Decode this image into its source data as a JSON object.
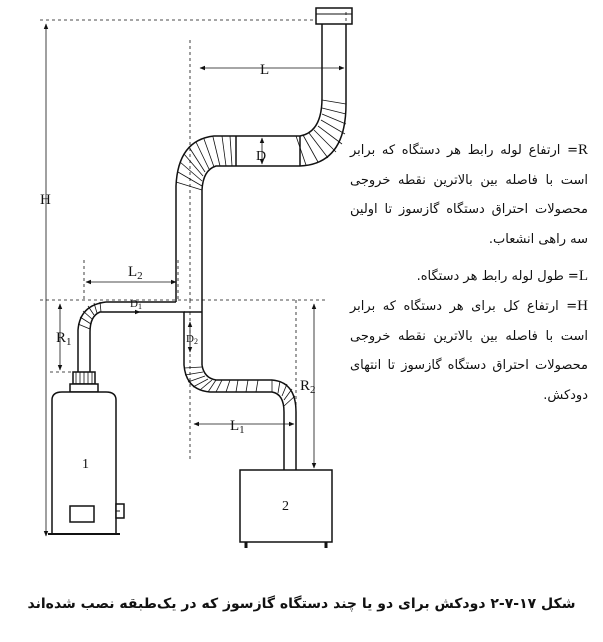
{
  "labels": {
    "H": "H",
    "L": "L",
    "D": "D",
    "L2": "L",
    "L2_sub": "2",
    "D1": "D",
    "D1_sub": "1",
    "D2": "D",
    "D2_sub": "2",
    "R1": "R",
    "R1_sub": "1",
    "R2": "R",
    "R2_sub": "2",
    "L1": "L",
    "L1_sub": "1",
    "appliance1": "1",
    "appliance2": "2"
  },
  "definitions": [
    {
      "key": "R",
      "text": "= ارتفاع لوله رابط هر دستگاه که برابر است با فاصله بین بالاترین نقطه خروجی محصولات احتراق دستگاه گازسوز تا اولین سه راهی انشعاب."
    },
    {
      "key": "L",
      "text": "= طول لوله رابط هر دستگاه."
    },
    {
      "key": "H",
      "text": "= ارتفاع کل برای هر دستگاه که برابر است با فاصله بین بالاترین نقطه خروجی محصولات احتراق دستگاه گازسوز تا انتهای دودکش."
    }
  ],
  "caption": "شکل ۱۷-۷-۲ دودکش برای دو یا چند دستگاه گازسوز که در یک‌طبقه نصب شده‌اند"
}
